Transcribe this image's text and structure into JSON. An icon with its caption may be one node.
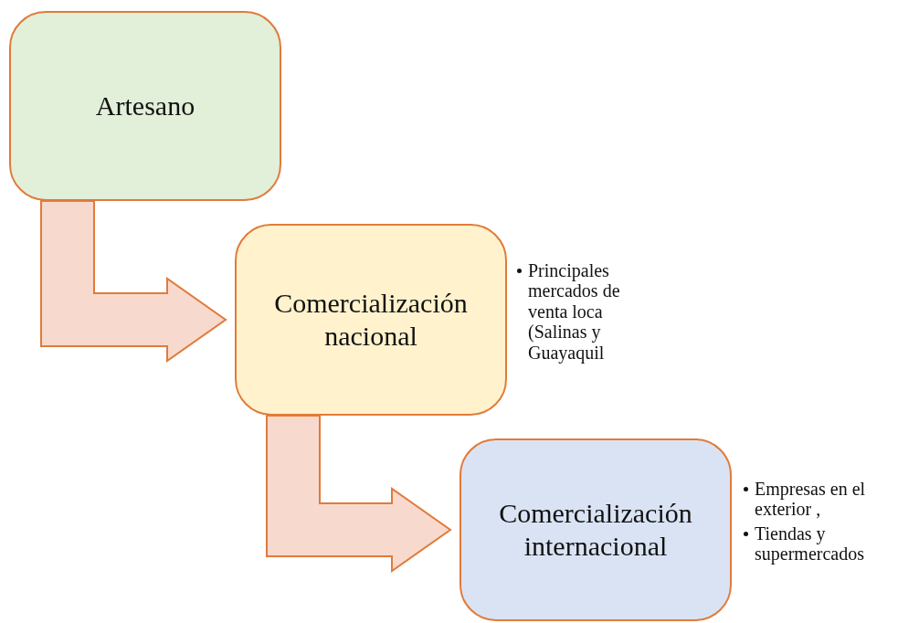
{
  "diagram": {
    "nodes": [
      {
        "text": [
          "Artesano"
        ]
      },
      {
        "text": [
          "Comercialización nacional"
        ],
        "beside": [
          "Principales mercados de venta loca (Salinas y Guayaquil"
        ]
      },
      {
        "text": [
          "Comercialización internacional"
        ],
        "beside": [
          "Empresas en el exterior ,",
          "Tiendas y supermercados"
        ]
      }
    ],
    "edges": [
      {
        "from": 0,
        "to": 1,
        "arrow": "to",
        "style": "thick"
      },
      {
        "from": 1,
        "to": 2,
        "arrow": "to",
        "style": "thick"
      }
    ]
  }
}
